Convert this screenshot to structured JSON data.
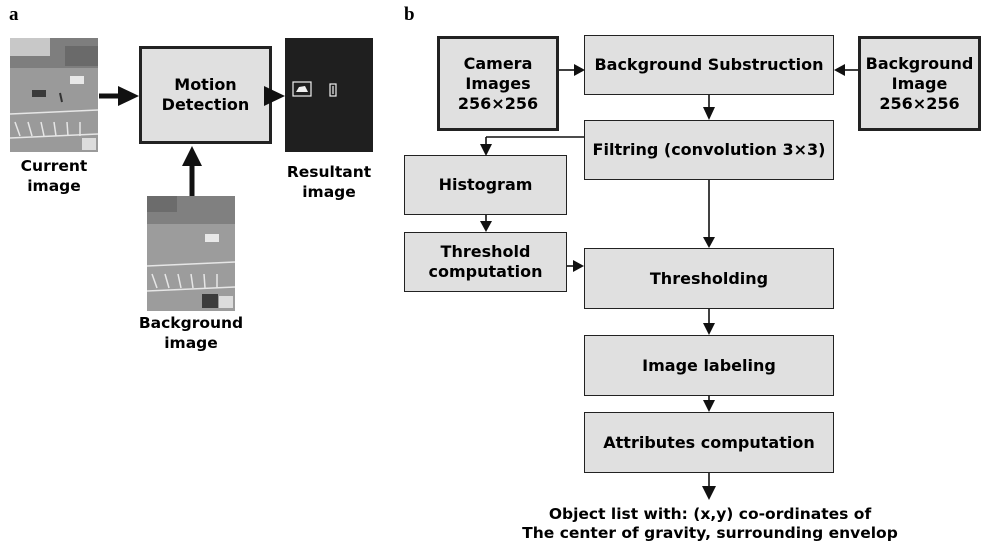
{
  "panel_a": {
    "letter": "a",
    "motion_detection": "Motion\nDetection",
    "current_image_label": "Current\nimage",
    "background_image_label": "Background\nimage",
    "resultant_image_label": "Resultant\nimage"
  },
  "panel_b": {
    "letter": "b",
    "camera_images": "Camera\nImages\n256×256",
    "background_substruction": "Background Substruction",
    "background_image": "Background\nImage\n256×256",
    "filtring": "Filtring (convolution 3×3)",
    "histogram": "Histogram",
    "threshold_computation": "Threshold\ncomputation",
    "thresholding": "Thresholding",
    "image_labeling": "Image labeling",
    "attributes_computation": "Attributes computation",
    "output_text": "Object list with: (x,y) co-ordinates of\nThe center of gravity, surrounding envelop"
  },
  "colors": {
    "box_fill": "#e0e0e0",
    "stroke": "#111111",
    "result_bg": "#1f1f1f"
  }
}
